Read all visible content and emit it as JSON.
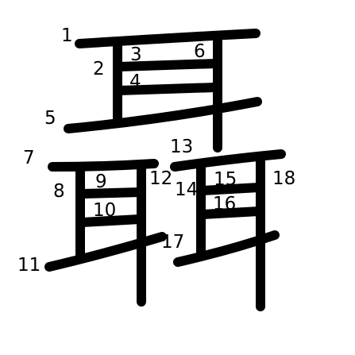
{
  "character": "聶",
  "stroke_numbers": [
    "1",
    "2",
    "3",
    "4",
    "5",
    "6",
    "7",
    "8",
    "9",
    "10",
    "11",
    "12",
    "13",
    "14",
    "15",
    "16",
    "17",
    "18"
  ],
  "colors": {
    "stroke": "#000000",
    "background": "#ffffff"
  }
}
